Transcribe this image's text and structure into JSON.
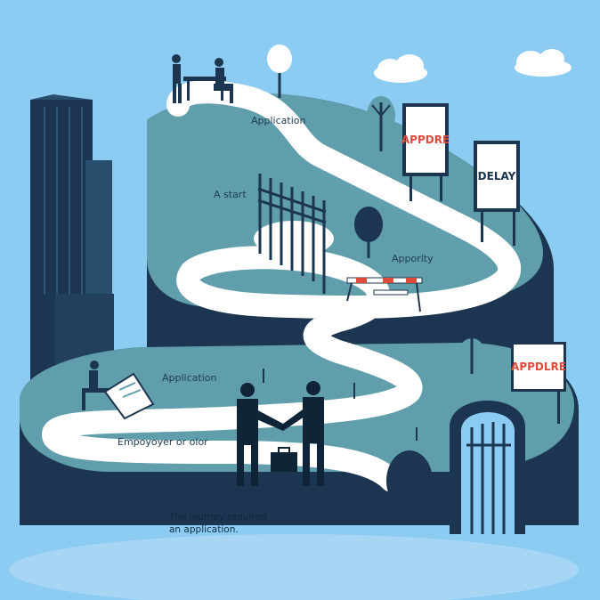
{
  "labels": {
    "application_top": "Application",
    "a_start": "A start",
    "apporlty": "Apporlty",
    "application_mid": "Application",
    "employer": "Empoyoyer or olor",
    "caption": "The journey required\nan application."
  },
  "signs": {
    "sign1": "APPDRE",
    "sign2": "DELAY",
    "sign3": "APPDLRE"
  },
  "colors": {
    "sky": "#8ccbf2",
    "hill": "#5f9eaa",
    "cliff": "#1c3550",
    "path": "#ffffff",
    "accent": "#e04a3a"
  },
  "icons": [
    "handshake",
    "briefcase",
    "gate",
    "tree",
    "barrier",
    "desk",
    "clouds"
  ]
}
